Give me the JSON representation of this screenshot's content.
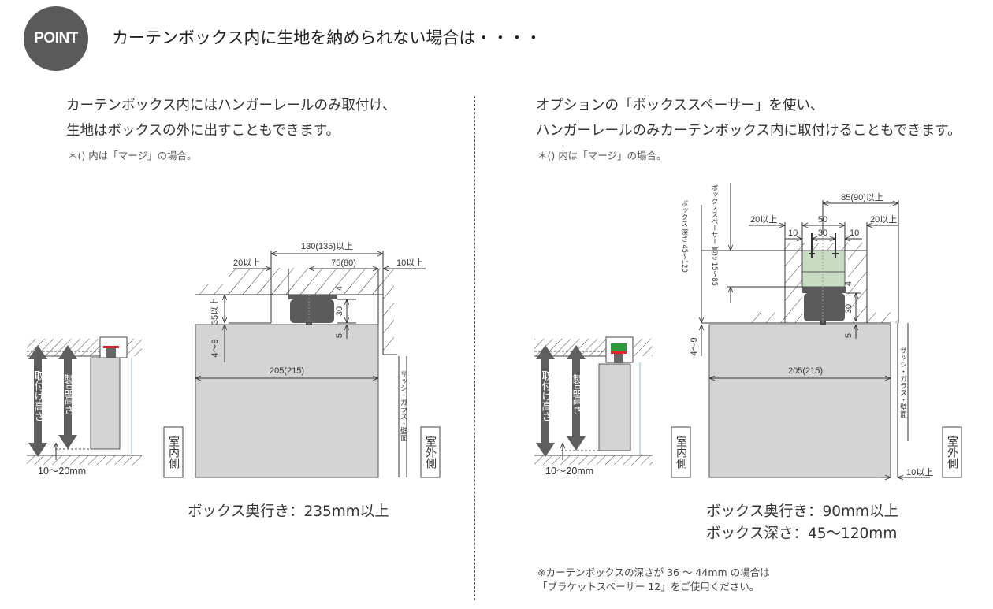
{
  "header": {
    "badge": "POINT",
    "title": "カーテンボックス内に生地を納められない場合は・・・・"
  },
  "left": {
    "intro_lines": [
      "カーテンボックス内にはハンガーレールのみ取付け、",
      "生地はボックスの外に出すこともできます。"
    ],
    "note": "＊()  内は「マージ」の場合。",
    "diagram": {
      "dims": {
        "overall": "130(135)以上",
        "left_clear": "20以上",
        "rail_to_wall": "75(80)",
        "right_clear": "10以上",
        "box_depth": "35以上",
        "gap_top": "4",
        "rail_h": "30",
        "gap_bottom": "5",
        "fabric_gap": "4〜9",
        "fabric_depth": "205(215)"
      },
      "side_labels": {
        "sash": "サッシ・ガラス・壁面",
        "indoor": "室内側",
        "outdoor": "室外側"
      },
      "mini": {
        "mount_height": "取付け高さ",
        "product_height": "製品高さ",
        "floor_gap": "10〜20mm"
      }
    },
    "spec_lines": [
      "ボックス奥行き：235mm以上"
    ]
  },
  "right": {
    "intro_lines": [
      "オプションの「ボックススペーサー」を使い、",
      "ハンガーレールのみカーテンボックス内に取付けることもできます。"
    ],
    "note": "＊()  内は「マージ」の場合。",
    "diagram": {
      "dims": {
        "overall": "85(90)以上",
        "left_clear": "20以上",
        "spacer_w": "50",
        "right_clear": "20以上",
        "side_10a": "10",
        "center_30": "30",
        "side_10b": "10",
        "box_depth": "ボックス 深さ 45〜120",
        "spacer_h": "ボックススペーサー 高さ 15〜85",
        "gap_top": "4",
        "rail_h": "30",
        "gap_bottom": "5",
        "fabric_gap": "4〜9",
        "fabric_depth": "205(215)",
        "wall_clear": "10以上"
      },
      "side_labels": {
        "sash": "サッシ・ガラス・壁面",
        "indoor": "室内側",
        "outdoor": "室外側"
      },
      "mini": {
        "mount_height": "取付け高さ",
        "product_height": "製品高さ",
        "floor_gap": "10〜20mm"
      }
    },
    "spec_lines": [
      "ボックス奥行き：90mm以上",
      "ボックス深さ：45〜120mm"
    ],
    "footnote_lines": [
      "※カーテンボックスの深さが 36 〜 44mm の場合は",
      "「ブラケットスペーサー 12」をご使用ください。"
    ]
  },
  "colors": {
    "badge": "#5a5a5a",
    "fabric": "#d4d4d4",
    "rail": "#5b5b5b",
    "spacer": "#c8dcc4",
    "arrow_band": "#5e5e5e",
    "red_marker": "#e0202a",
    "green_marker": "#2a9a3a",
    "glass_line": "#a8d4ee"
  }
}
